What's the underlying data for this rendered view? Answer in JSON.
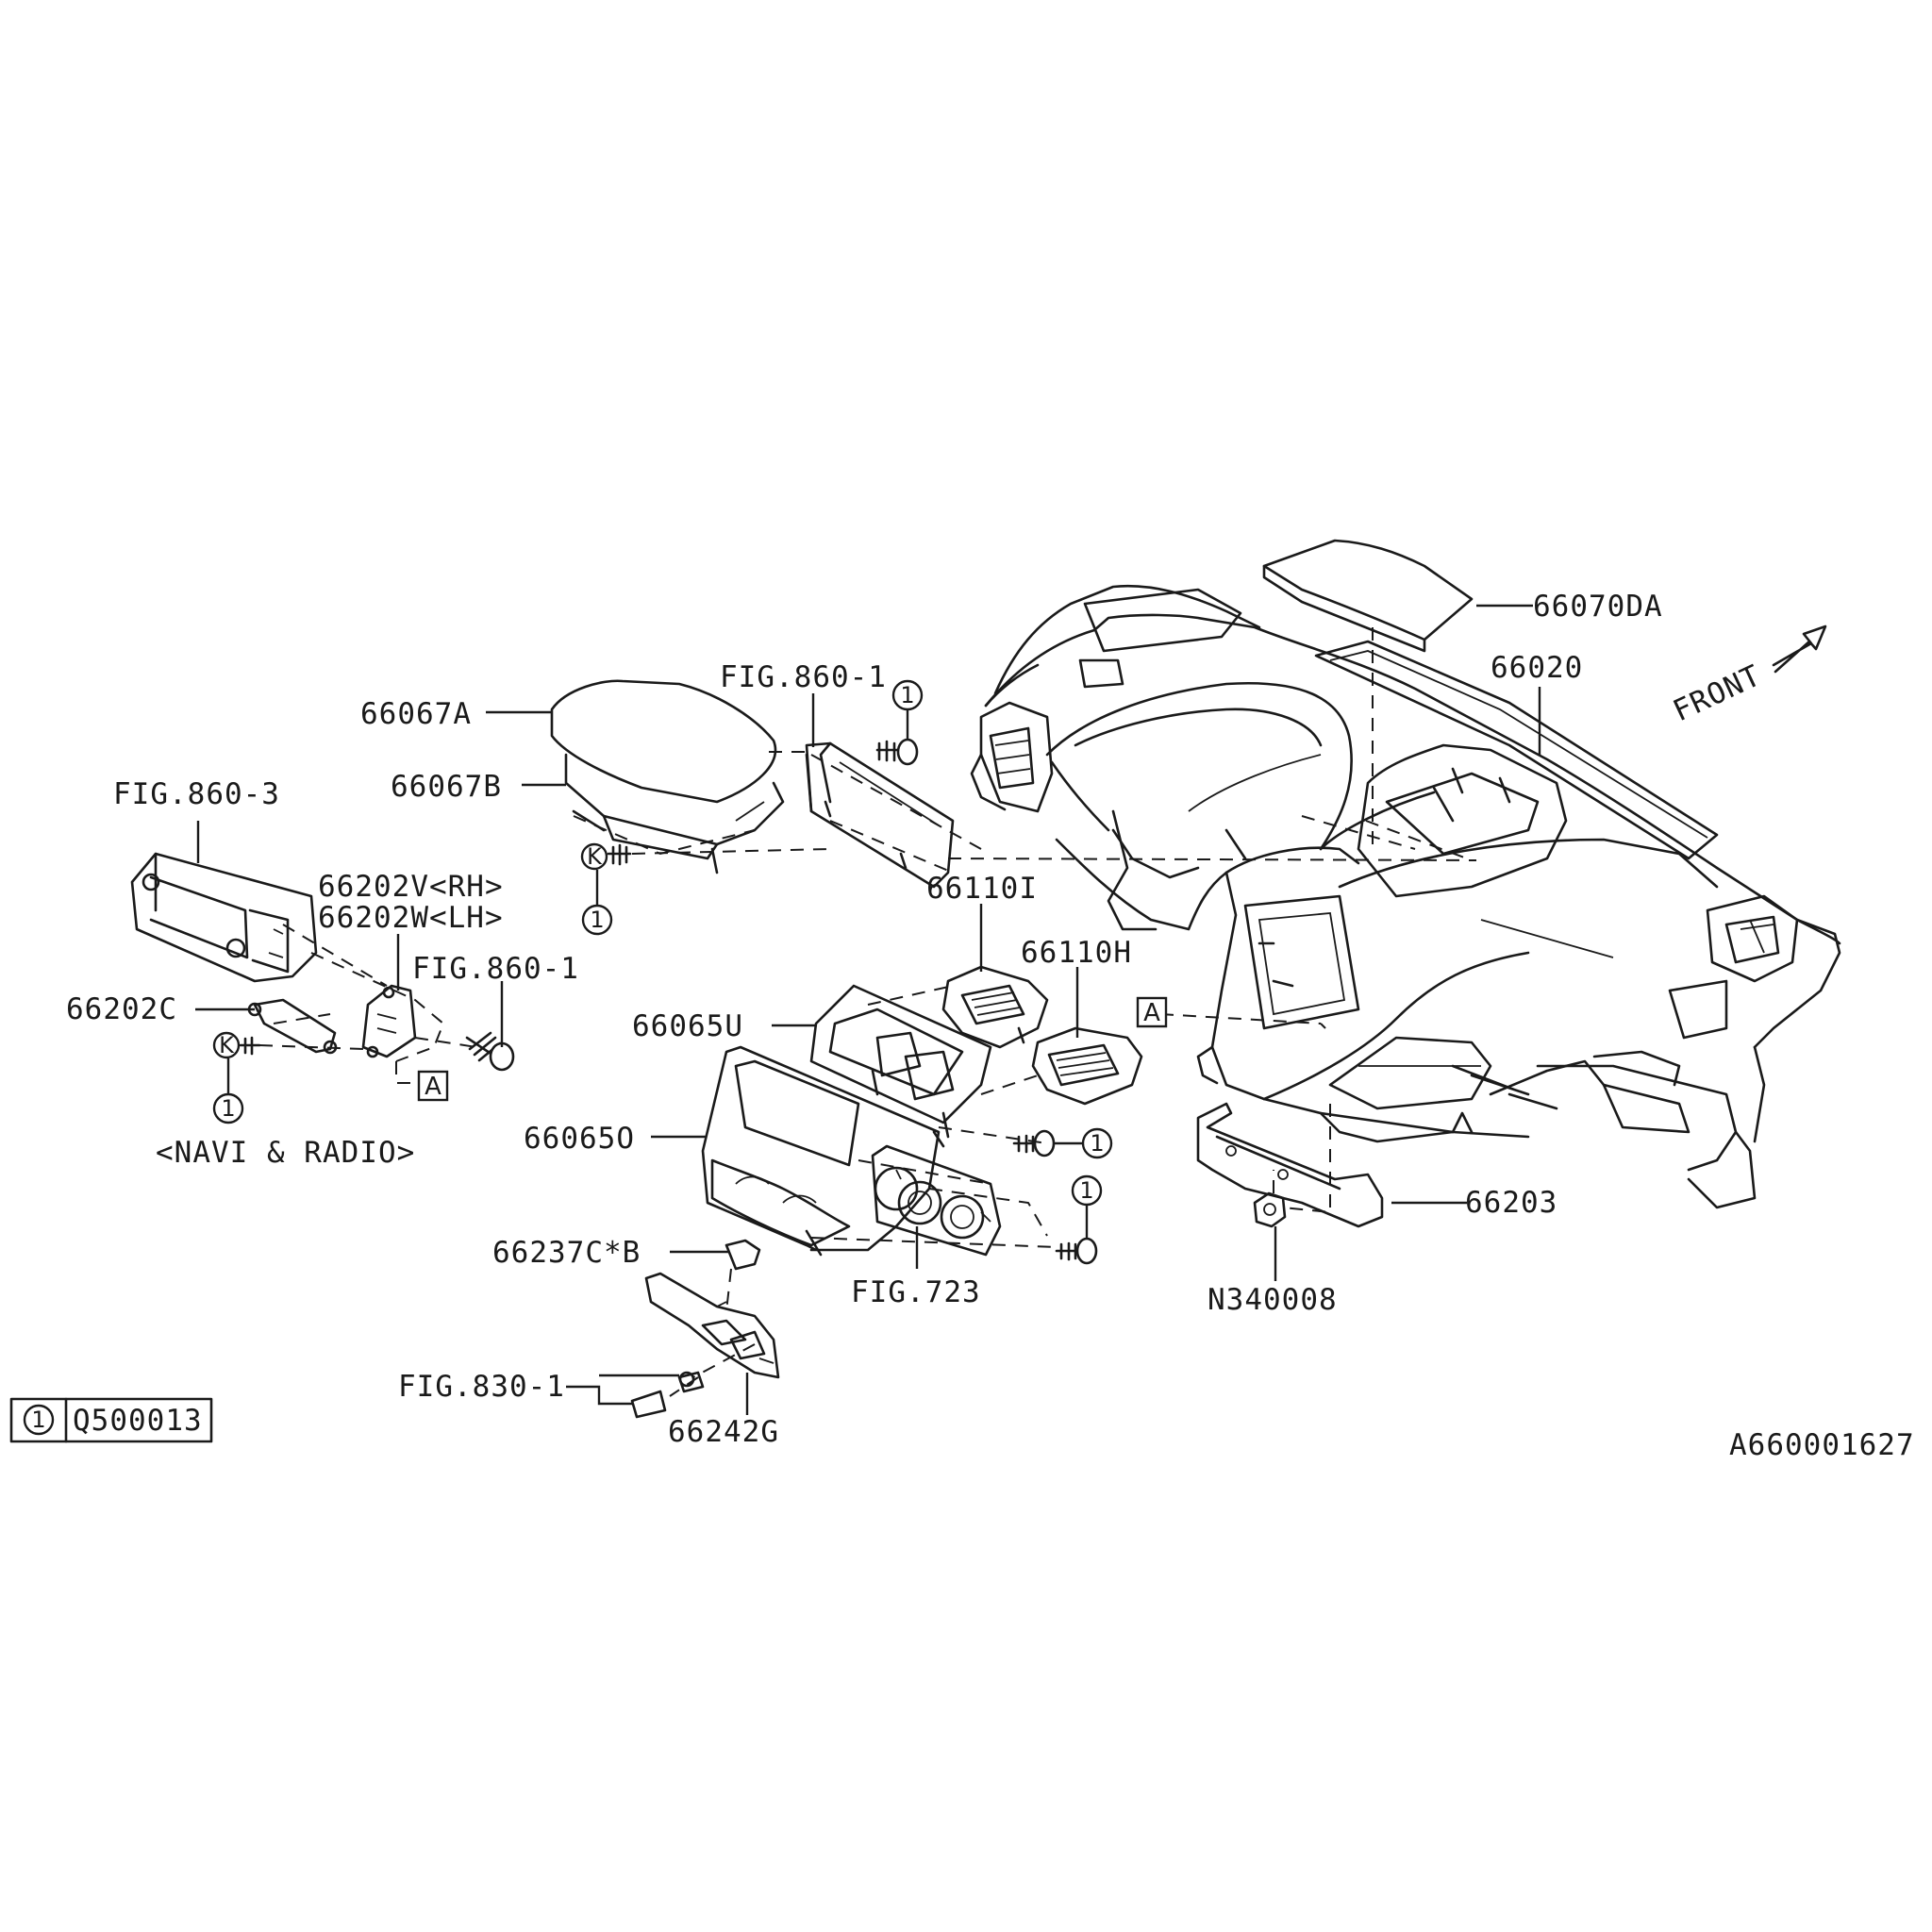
{
  "labels": {
    "p66070DA": "66070DA",
    "p66020": "66020",
    "front": "FRONT",
    "fig860_1_top": "FIG.860-1",
    "p66067A": "66067A",
    "p66067B": "66067B",
    "fig860_3": "FIG.860-3",
    "p66202V": "66202V<RH>",
    "p66202W": "66202W<LH>",
    "fig860_1_mid": "FIG.860-1",
    "p66202C": "66202C",
    "navi_radio": "<NAVI & RADIO>",
    "p66110I": "66110I",
    "p66110H": "66110H",
    "p66065U": "66065U",
    "p66065O": "66065O",
    "p66237C": "66237C*B",
    "fig723": "FIG.723",
    "fig830_1": "FIG.830-1",
    "p66242G": "66242G",
    "p66203": "66203",
    "pN340008": "N340008",
    "drawing_number": "A660001627"
  },
  "markers": {
    "callout_1": "1",
    "ref_a": "A",
    "bolt_k": "K"
  },
  "legend": {
    "symbol": "1",
    "part_number": "Q500013"
  }
}
